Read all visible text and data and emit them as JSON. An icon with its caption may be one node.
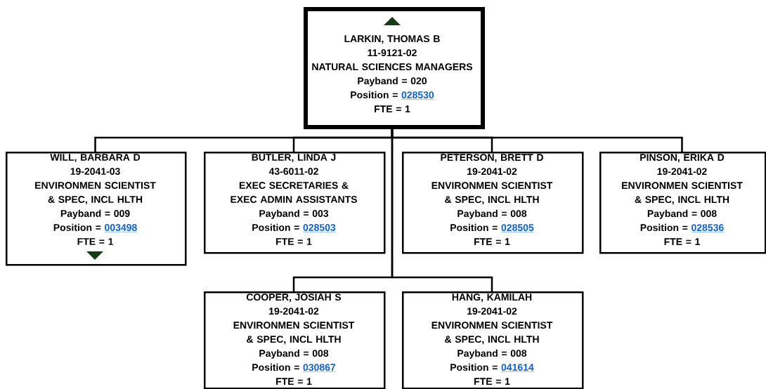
{
  "diagram": {
    "nodes": [
      {
        "text": [
          "LARKIN, THOMAS B",
          "11-9121-02",
          "NATURAL SCIENCES MANAGERS",
          "Payband = 020",
          "Position =",
          "028530",
          "FTE = 1"
        ]
      },
      {
        "text": [
          "WILL, BARBARA D",
          "19-2041-03",
          "ENVIRONMEN SCIENTIST & SPEC, INCL HLTH",
          "Payband = 009",
          "Position =",
          "003498",
          "FTE = 1"
        ]
      },
      {
        "text": [
          "BUTLER, LINDA J",
          "43-6011-02",
          "EXEC SECRETARIES & EXEC ADMIN ASSISTANTS",
          "Payband = 003",
          "Position =",
          "028503",
          "FTE = 1"
        ]
      },
      {
        "text": [
          "PETERSON, BRETT D",
          "19-2041-02",
          "ENVIRONMEN SCIENTIST & SPEC, INCL HLTH",
          "Payband = 008",
          "Position =",
          "028505",
          "FTE = 1"
        ]
      },
      {
        "text": [
          "PINSON, ERIKA D",
          "19-2041-02",
          "ENVIRONMEN SCIENTIST & SPEC, INCL HLTH",
          "Payband = 008",
          "Position =",
          "028536",
          "FTE = 1"
        ]
      },
      {
        "text": [
          "COOPER, JOSIAH S",
          "19-2041-02",
          "ENVIRONMEN SCIENTIST & SPEC, INCL HLTH",
          "Payband = 008",
          "Position =",
          "030867",
          "FTE = 1"
        ]
      },
      {
        "text": [
          "HANG, KAMILAH",
          "19-2041-02",
          "ENVIRONMEN SCIENTIST & SPEC, INCL HLTH",
          "Payband = 008",
          "Position =",
          "041614",
          "FTE = 1"
        ]
      }
    ],
    "edges": [
      {
        "from": 0,
        "to": 1,
        "arrow": "none"
      },
      {
        "from": 0,
        "to": 2,
        "arrow": "none"
      },
      {
        "from": 0,
        "to": 3,
        "arrow": "none"
      },
      {
        "from": 0,
        "to": 4,
        "arrow": "none"
      },
      {
        "from": 0,
        "to": 5,
        "arrow": "none"
      },
      {
        "from": 0,
        "to": 6,
        "arrow": "none"
      }
    ]
  }
}
